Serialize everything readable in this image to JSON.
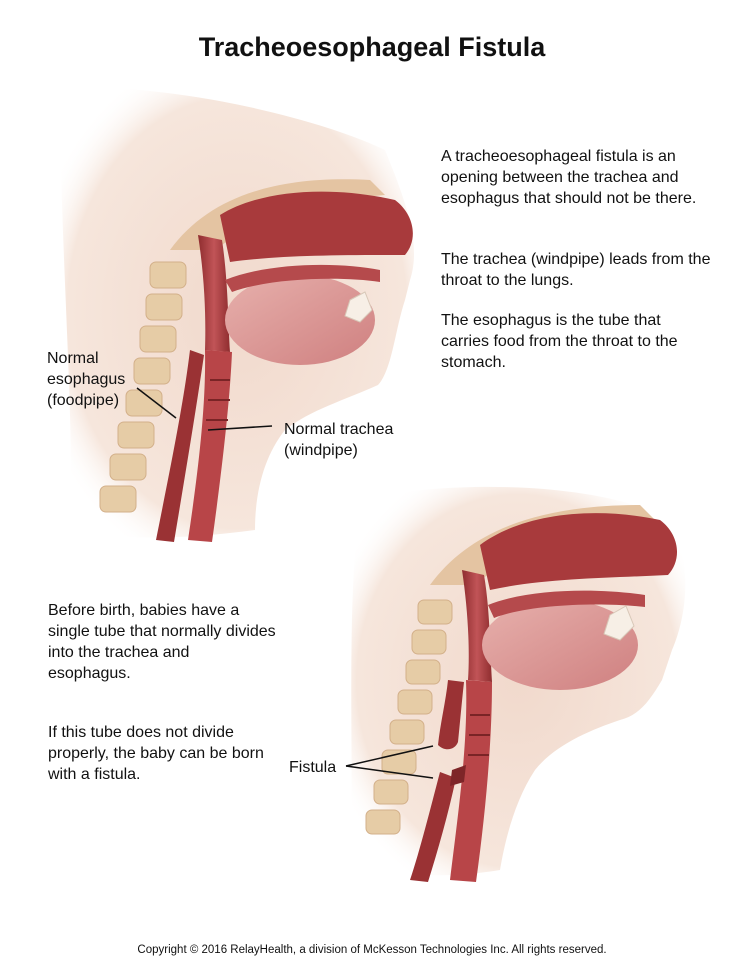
{
  "title": "Tracheoesophageal Fistula",
  "intro_paragraphs": [
    "A tracheoesophageal fistula is an opening between the trachea and esophagus that should not be there.",
    "The trachea (windpipe) leads from the throat to the lungs.",
    "The esophagus is the tube that carries food from the throat to the stomach."
  ],
  "birth_paragraphs": [
    "Before birth, babies have a single tube that normally divides into the trachea and esophagus.",
    "If this tube does not divide properly, the baby can be born with a fistula."
  ],
  "labels": {
    "normal_esophagus": [
      "Normal",
      "esophagus",
      "(foodpipe)"
    ],
    "normal_trachea": [
      "Normal trachea",
      "(windpipe)"
    ],
    "fistula": "Fistula"
  },
  "footer": "Copyright © 2016 RelayHealth, a division of McKesson Technologies Inc. All rights reserved.",
  "colors": {
    "skin": "#f3ddd0",
    "tissue_dark": "#a83a3c",
    "tissue_mid": "#c9666a",
    "tongue": "#dc9a9a",
    "bone": "#ead4b4",
    "text": "#111111"
  }
}
